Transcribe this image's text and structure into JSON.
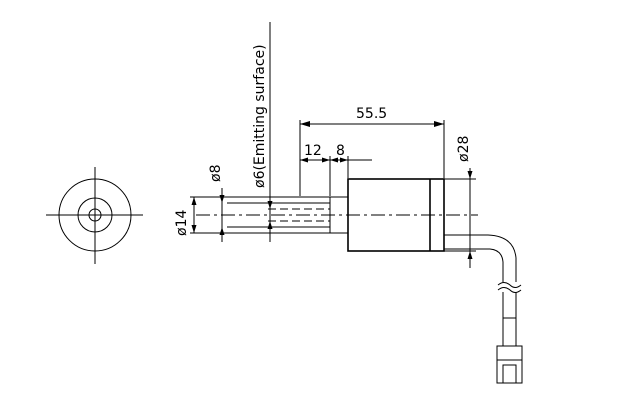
{
  "dimensions": {
    "overall_length": "55.5",
    "step_a": "12",
    "step_b": "8",
    "dia_body": "ø28",
    "dia_small": "ø8",
    "dia_emitting": "ø6(Emitting surface)",
    "dia_mid": "ø14"
  }
}
